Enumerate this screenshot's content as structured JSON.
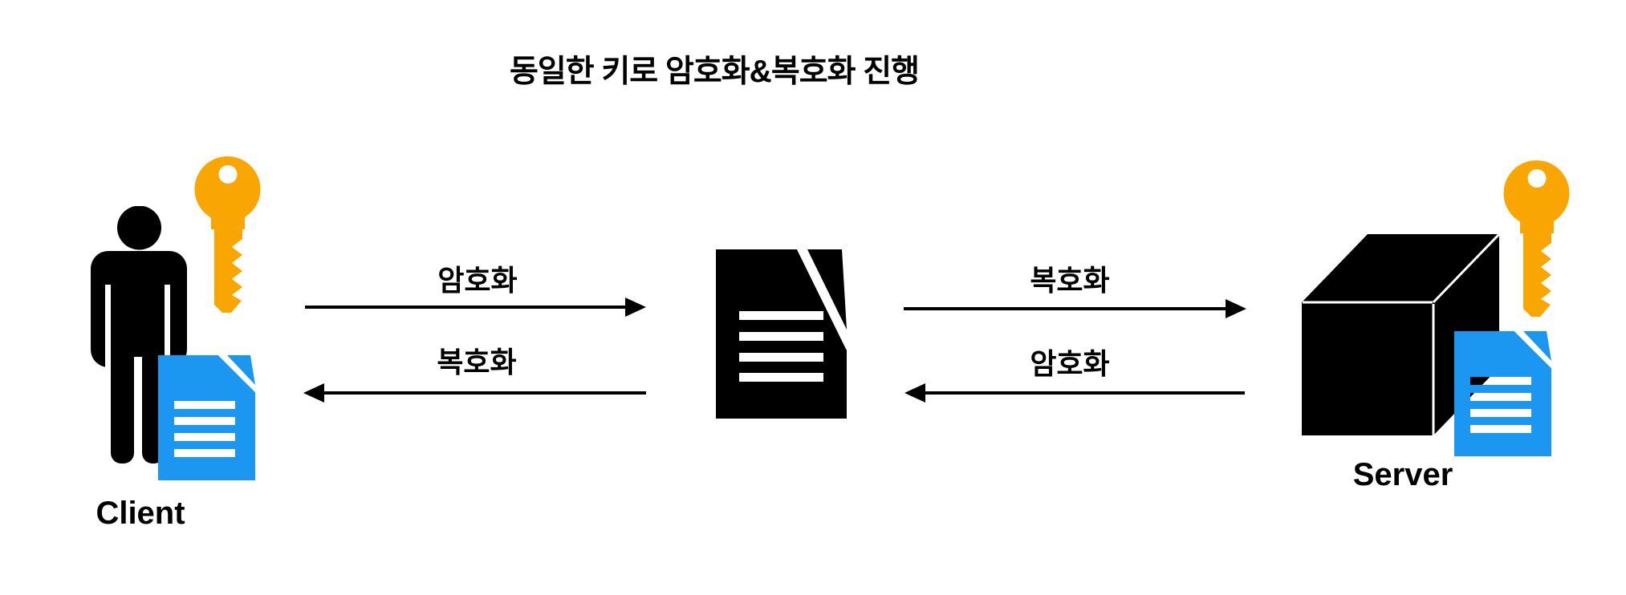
{
  "title": "동일한 키로 암호화&복호화 진행",
  "colors": {
    "doc_blue": "#1b97f2",
    "key_orange": "#f9a602",
    "ink_black": "#000000",
    "background": "#ffffff"
  },
  "client": {
    "label": "Client",
    "icons": [
      "person-icon",
      "key-icon",
      "document-icon"
    ]
  },
  "server": {
    "label": "Server",
    "icons": [
      "server-box-icon",
      "key-icon",
      "document-icon"
    ]
  },
  "center": {
    "icon": "encrypted-document-icon"
  },
  "arrows": {
    "client_to_doc": {
      "label": "암호화",
      "direction": "right"
    },
    "doc_to_client": {
      "label": "복호화",
      "direction": "left"
    },
    "doc_to_server": {
      "label": "복호화",
      "direction": "right"
    },
    "server_to_doc": {
      "label": "암호화",
      "direction": "left"
    }
  }
}
